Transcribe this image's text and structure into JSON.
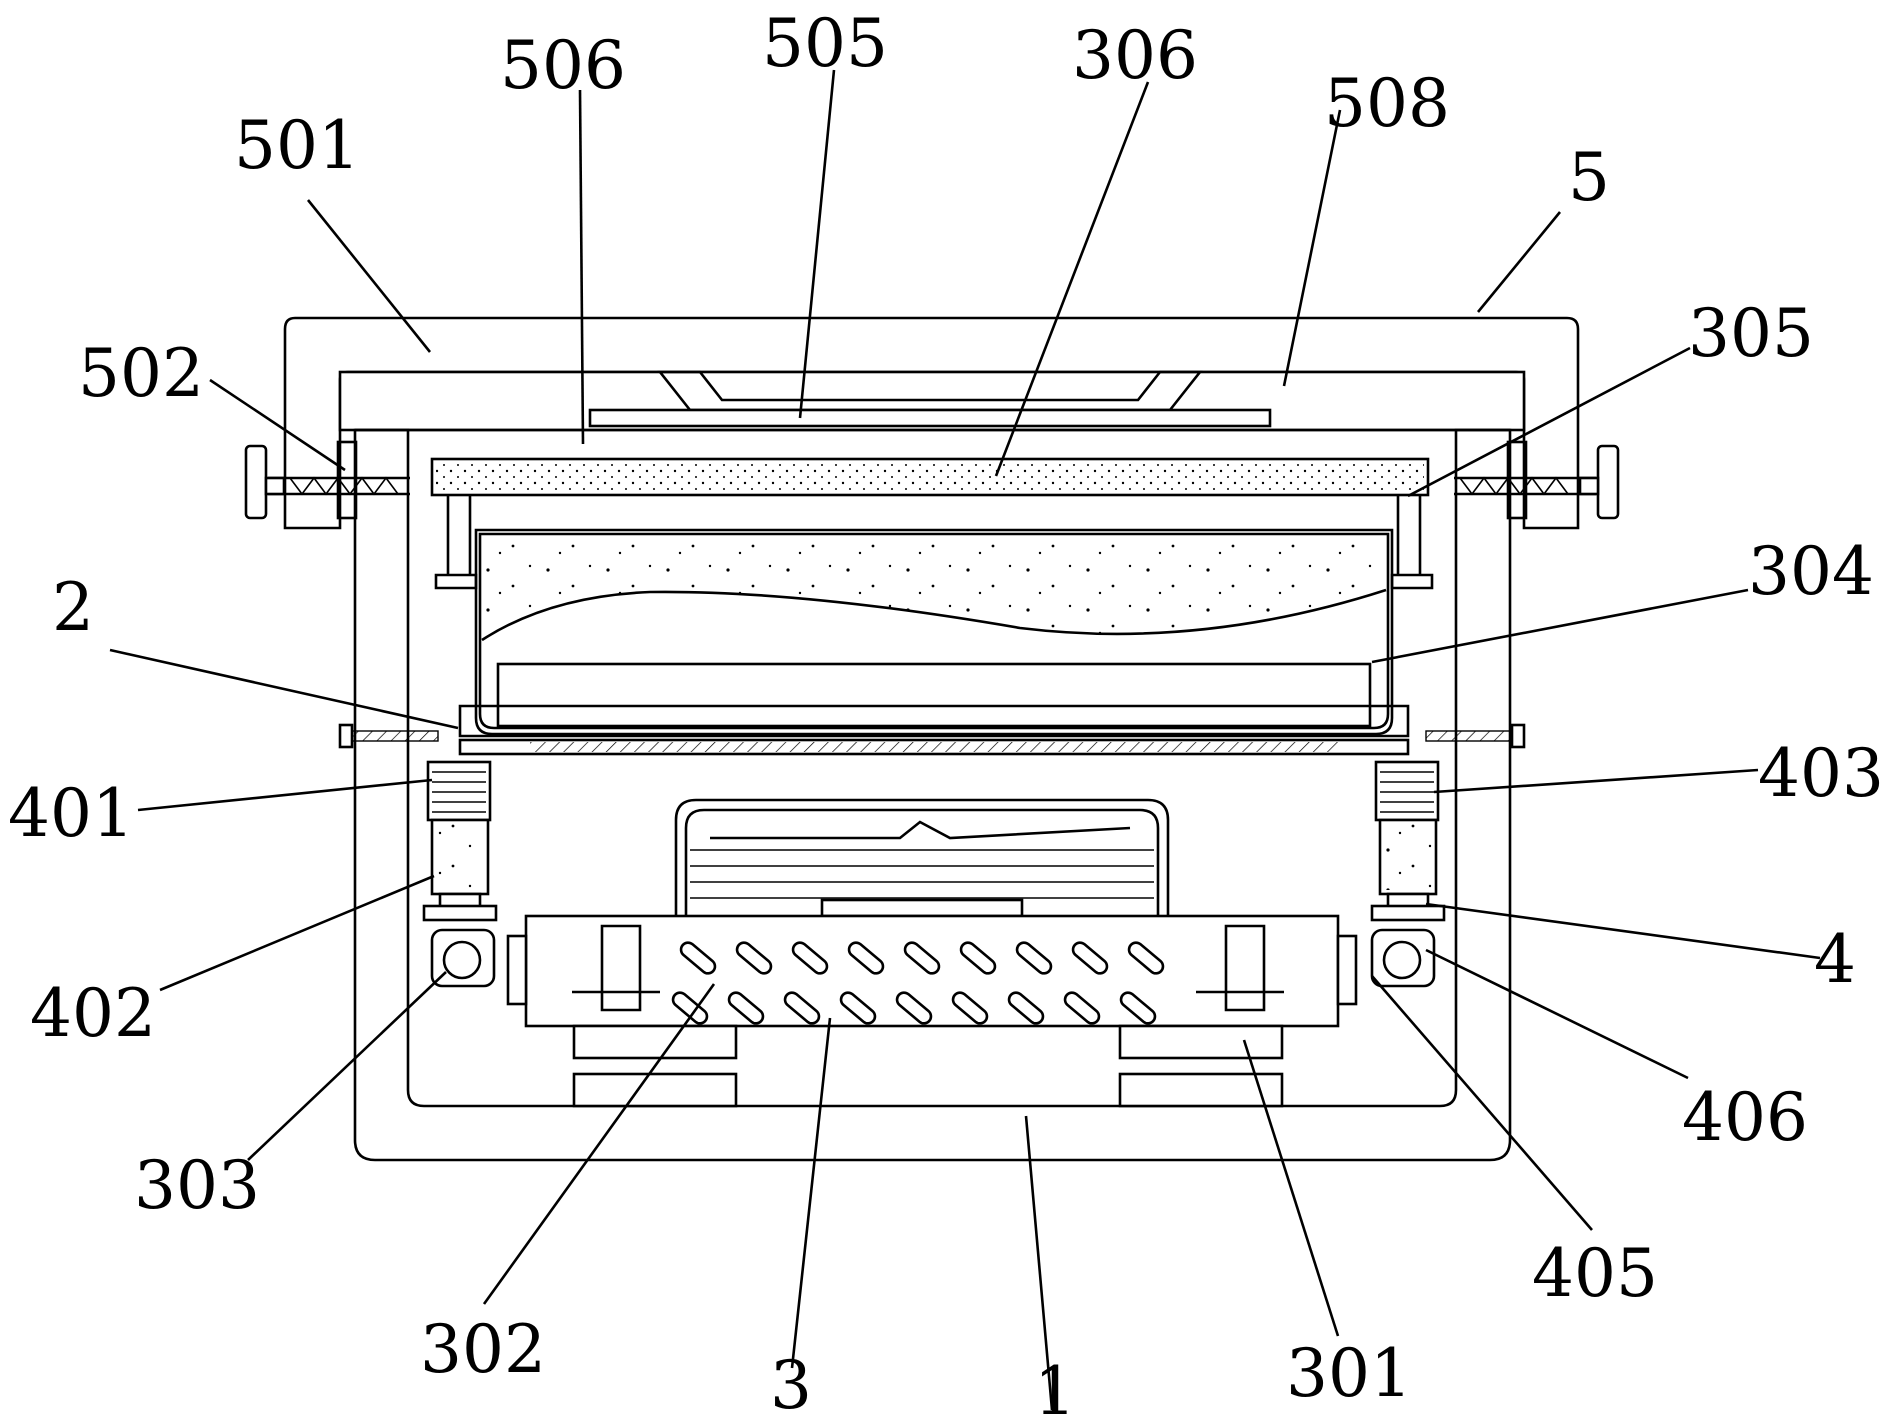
{
  "figure": {
    "labels": {
      "l506": "506",
      "l505": "505",
      "l306": "306",
      "l508": "508",
      "l501": "501",
      "l5": "5",
      "l502": "502",
      "l305": "305",
      "l304": "304",
      "l2": "2",
      "l401": "401",
      "l403": "403",
      "l402": "402",
      "l4": "4",
      "l406": "406",
      "l303": "303",
      "l405": "405",
      "l302": "302",
      "l3": "3",
      "l1": "1",
      "l301": "301"
    }
  }
}
